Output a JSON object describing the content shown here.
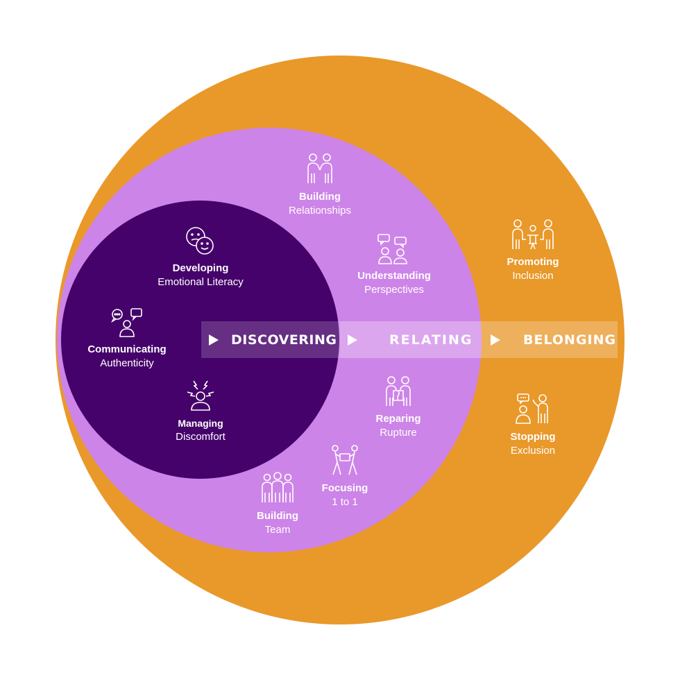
{
  "colors": {
    "outer": "#e9982a",
    "middle": "#cd84e8",
    "inner": "#45026a",
    "text": "#ffffff"
  },
  "stages": {
    "discovering": "DISCOVERING",
    "relating": "RELATING",
    "belonging": "BELONGING"
  },
  "items": {
    "building_relationships": {
      "bold": "Building",
      "light": "Relationships",
      "icon": "two-people-holding-hands-icon"
    },
    "understanding_perspectives": {
      "bold": "Understanding",
      "light": "Perspectives",
      "icon": "two-people-speech-bubbles-icon"
    },
    "developing_emotional_literacy": {
      "bold": "Developing",
      "light": "Emotional Literacy",
      "icon": "faces-emotions-icon"
    },
    "communicating_authenticity": {
      "bold": "Communicating",
      "light": "Authenticity",
      "icon": "person-speech-bubbles-icon"
    },
    "managing_discomfort": {
      "bold": "Managing",
      "light": "Discomfort",
      "icon": "stressed-person-icon"
    },
    "promoting_inclusion": {
      "bold": "Promoting",
      "light": "Inclusion",
      "icon": "people-at-table-icon"
    },
    "stopping_exclusion": {
      "bold": "Stopping",
      "light": "Exclusion",
      "icon": "person-stop-gesture-icon"
    },
    "reparing_rupture": {
      "bold": "Reparing",
      "light": "Rupture",
      "icon": "people-puzzle-icon"
    },
    "focusing_1to1": {
      "bold": "Focusing",
      "light": "1 to 1",
      "icon": "people-carrying-icon"
    },
    "building_team": {
      "bold": "Building",
      "light": "Team",
      "icon": "team-group-icon"
    }
  }
}
